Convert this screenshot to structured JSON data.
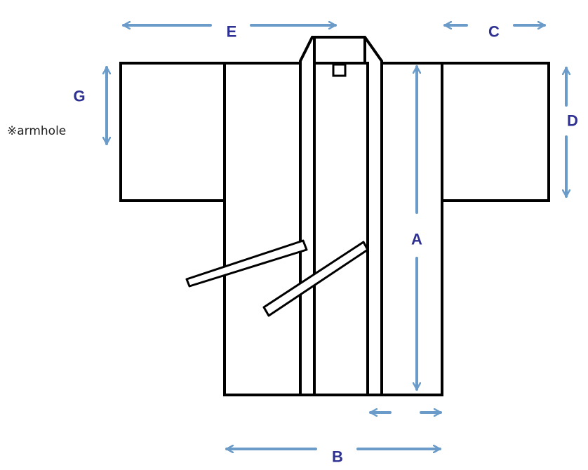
{
  "colors": {
    "outline": "#000000",
    "arrow": "#6b9bc8",
    "label": "#2e3192",
    "background": "#ffffff"
  },
  "labels": {
    "a": "A",
    "b": "B",
    "c": "C",
    "d": "D",
    "e": "E",
    "g": "G"
  },
  "note": {
    "armhole": "※armhole"
  }
}
